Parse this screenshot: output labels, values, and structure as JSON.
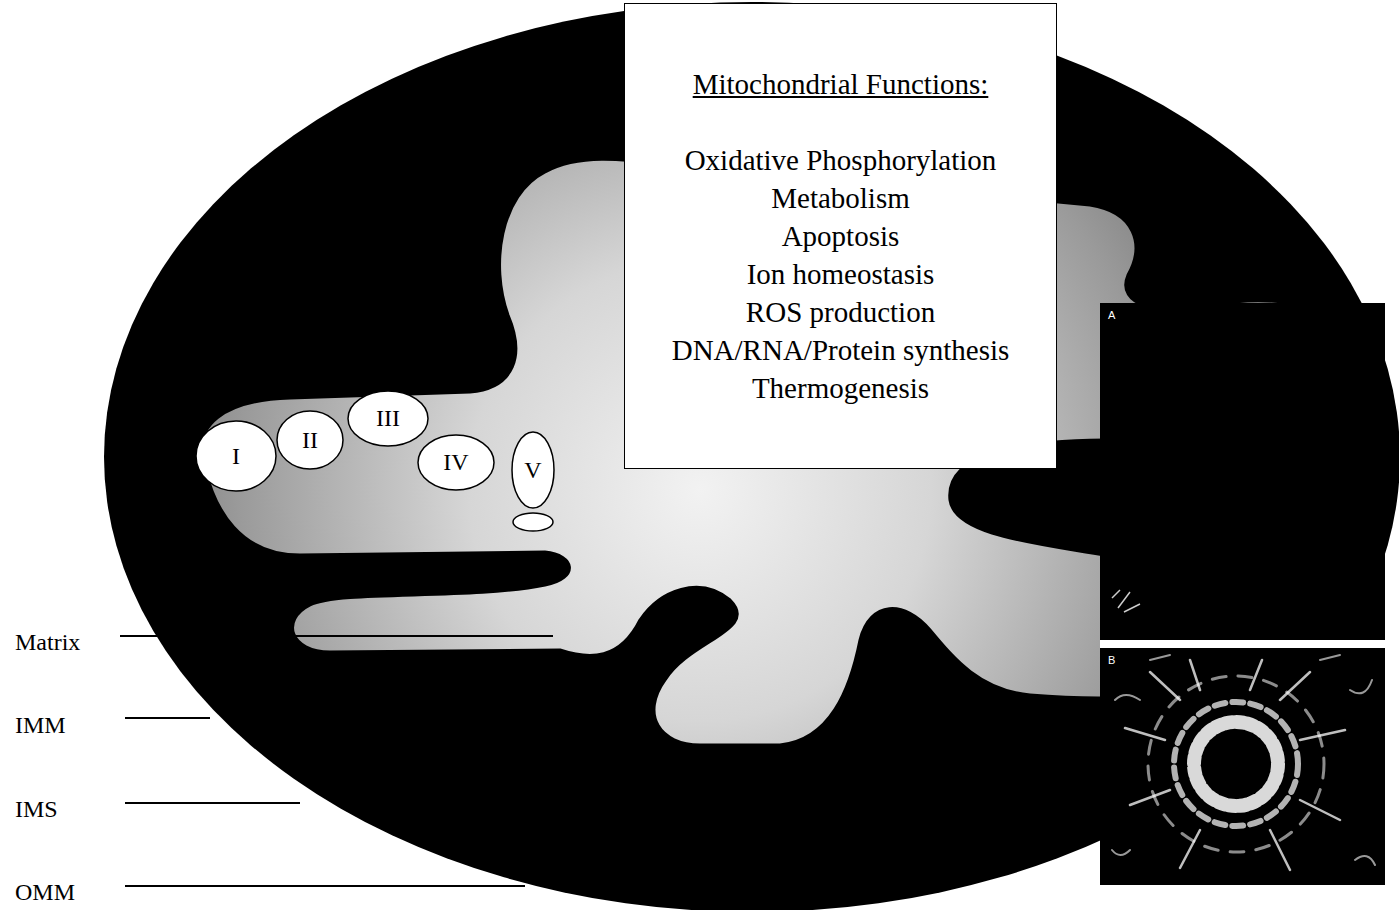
{
  "diagram": {
    "nodes": [
      {
        "text": [
          "I"
        ]
      },
      {
        "text": [
          "II"
        ]
      },
      {
        "text": [
          "III"
        ]
      },
      {
        "text": [
          "IV"
        ]
      },
      {
        "text": [
          "V"
        ]
      },
      {
        "text": [
          "Mitochondrial Functions:",
          "Oxidative Phosphorylation",
          "Metabolism",
          "Apoptosis",
          "Ion homeostasis",
          "ROS production",
          "DNA/RNA/Protein synthesis",
          "Thermogenesis"
        ]
      },
      {
        "text": [
          "A"
        ]
      },
      {
        "text": [
          "B"
        ]
      }
    ],
    "labels": [
      "Matrix",
      "IMM",
      "IMS",
      "OMM"
    ]
  }
}
